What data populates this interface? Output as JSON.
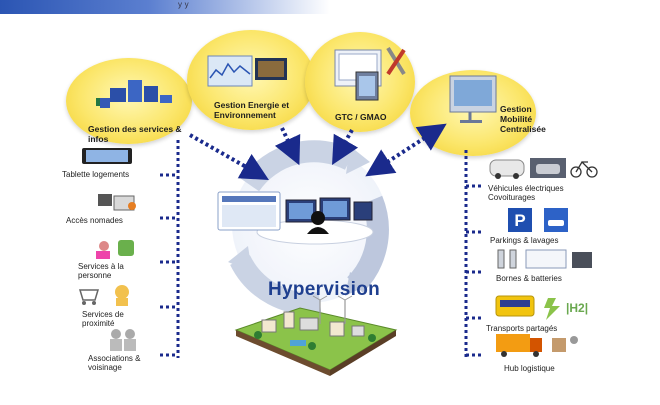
{
  "header": {
    "fragment": "y                    y"
  },
  "bubbles": {
    "services": "Gestion des services & infos",
    "energie": "Gestion Energie et Environnement",
    "gtc": "GTC / GMAO",
    "mobilite": "Gestion Mobilité Centralisée"
  },
  "left_items": {
    "tablette": "Tablette logements",
    "nomades": "Accès nomades",
    "personne": "Services à la personne",
    "proximite": "Services de proximité",
    "associations": "Associations & voisinage"
  },
  "right_items": {
    "vehicules": "Véhicules électriques Covoiturages",
    "parkings": "Parkings & lavages",
    "bornes": "Bornes & batteries",
    "transports": "Transports partagés",
    "hub": "Hub logistique"
  },
  "center": {
    "title": "Hypervision"
  },
  "colors": {
    "bubble_yellow": "#fbe66a",
    "arrow_navy": "#1a2a8c",
    "title_blue": "#1f3f8f"
  }
}
